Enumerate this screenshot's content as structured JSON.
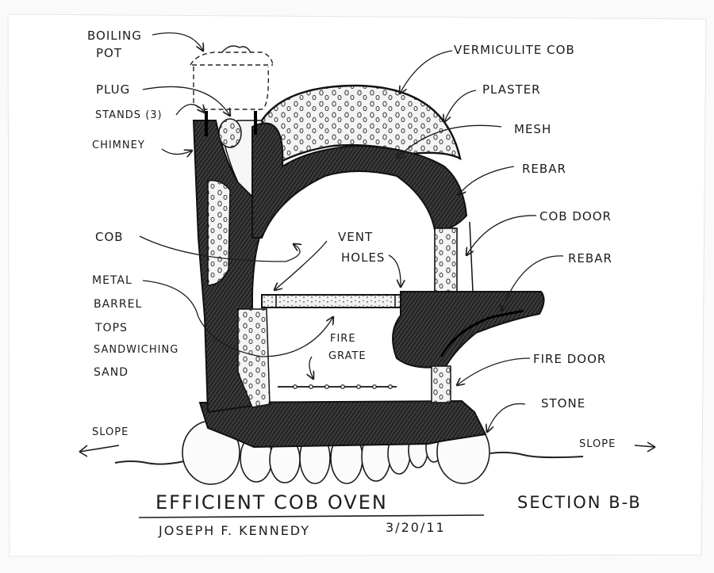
{
  "labels": {
    "boiling_pot_1": "BOILING",
    "boiling_pot_2": "POT",
    "plug": "PLUG",
    "stands": "STANDS (3)",
    "chimney": "CHIMNEY",
    "vermiculite_cob": "VERMICULITE COB",
    "plaster": "PLASTER",
    "mesh": "MESH",
    "rebar_top": "REBAR",
    "cob_door": "COB DOOR",
    "rebar_shelf": "REBAR",
    "cob": "COB",
    "vent_holes_1": "VENT",
    "vent_holes_2": "HOLES",
    "metal_barrel": [
      "METAL",
      "BARREL",
      "TOPS",
      "SANDWICHING",
      "SAND"
    ],
    "fire_grate_1": "FIRE",
    "fire_grate_2": "GRATE",
    "fire_door": "FIRE DOOR",
    "stone": "STONE",
    "slope_left": "SLOPE",
    "slope_right": "SLOPE"
  },
  "arrows": {
    "slope_left": "left-arrow-icon",
    "slope_right": "right-arrow-icon"
  },
  "title": "EFFICIENT COB OVEN",
  "author": "JOSEPH F. KENNEDY",
  "date": "3/20/11",
  "section": "SECTION B-B",
  "colors": {
    "ink": "#1c1c1c",
    "hatch": "#2b2b2b",
    "paper": "#fafafa"
  }
}
